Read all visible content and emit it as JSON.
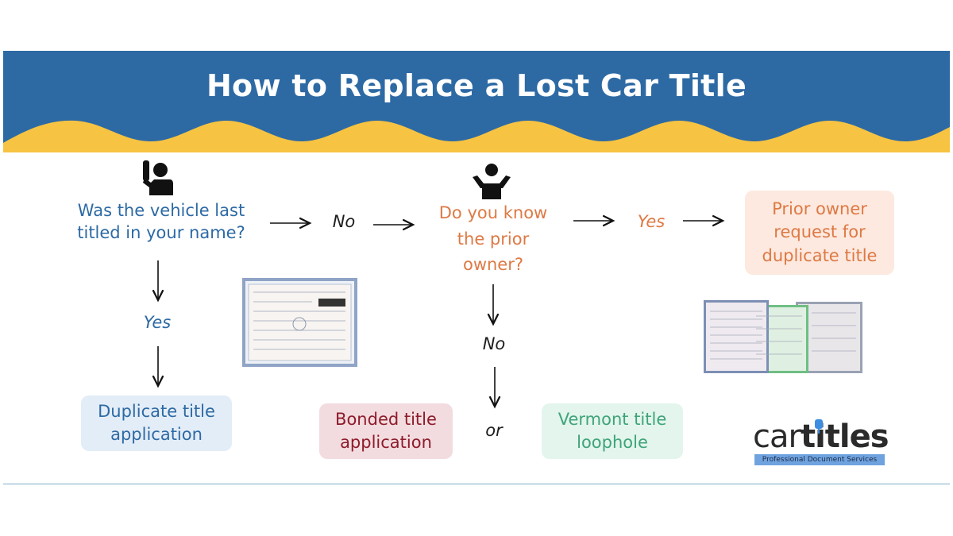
{
  "header": {
    "title": "How to Replace a Lost Car Title",
    "colors": {
      "banner": "#2d6aa4",
      "wave": "#f7c342"
    }
  },
  "flow": {
    "q1": {
      "line1": "Was the vehicle last",
      "line2": "titled in your name?"
    },
    "q1_no": "No",
    "q1_yes": "Yes",
    "q2": {
      "line1": "Do you know",
      "line2": "the prior",
      "line3": "owner?"
    },
    "q2_yes": "Yes",
    "q2_no": "No",
    "or_label": "or"
  },
  "outcomes": {
    "duplicate": {
      "line1": "Duplicate title",
      "line2": "application"
    },
    "bonded": {
      "line1": "Bonded title",
      "line2": "application"
    },
    "vermont": {
      "line1": "Vermont title",
      "line2": "loophole"
    },
    "prior_owner": {
      "line1": "Prior owner",
      "line2": "request for",
      "line3": "duplicate title"
    }
  },
  "logo": {
    "word_car": "car",
    "word_titles": "titles",
    "tagline": "Professional Document Services"
  },
  "colors": {
    "blue": "#2d6aa4",
    "orange": "#de7944",
    "red": "#8e1b2b",
    "green": "#3fa47a"
  },
  "icons": [
    "raised-hand-person-icon",
    "shrugging-person-icon",
    "car-key-icon"
  ]
}
